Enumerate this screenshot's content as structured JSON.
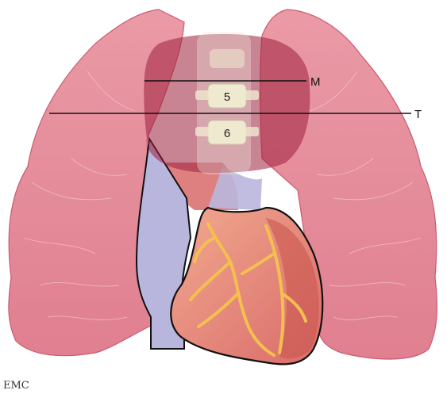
{
  "labels": {
    "vertebra_upper": "5",
    "vertebra_lower": "6",
    "line_upper": "M",
    "line_lower": "T"
  },
  "credit": "EMC",
  "colors": {
    "lung": "#e58a98",
    "lung_edge": "#c95c6e",
    "mediastinum": "#9c1f3c",
    "vertebra": "#efe9cf",
    "vena_cava": "#b9b6dd",
    "heart": "#e98a7e",
    "coronary": "#f3c04f",
    "aorta": "#d96a6a"
  }
}
